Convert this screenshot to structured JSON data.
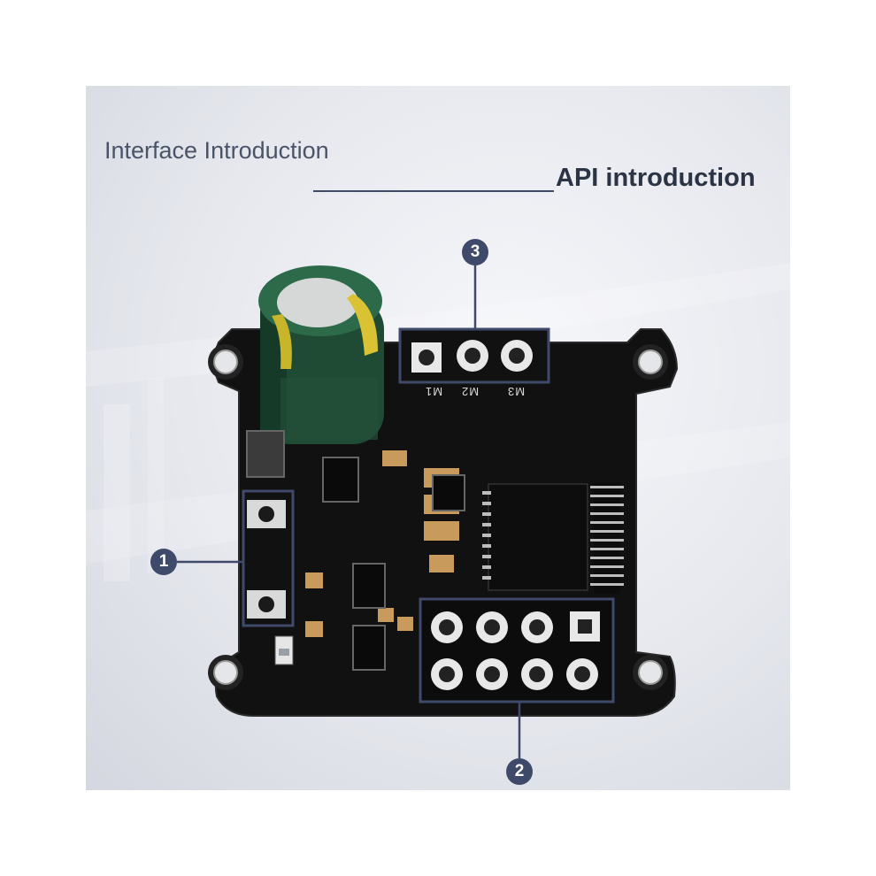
{
  "header": {
    "title": "Interface Introduction",
    "subtitle": "API introduction"
  },
  "pcb": {
    "pin_labels": [
      "M3",
      "M2",
      "M1"
    ]
  },
  "callouts": [
    {
      "number": "1"
    },
    {
      "number": "2"
    },
    {
      "number": "3"
    }
  ],
  "colors": {
    "accent": "#3f4a6a",
    "board": "#101010",
    "capacitor": "#1f4a33"
  }
}
